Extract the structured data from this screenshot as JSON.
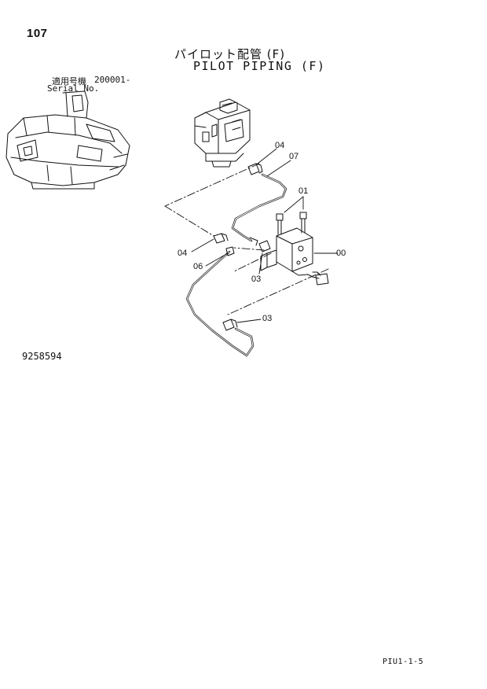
{
  "header": {
    "page_number": "107",
    "title_japanese": "パイロット配管 (F)",
    "title_english": "PILOT PIPING (F)"
  },
  "serial": {
    "label_japanese": "適用号機",
    "value": "200001-",
    "label_english": "Serial No."
  },
  "drawing_number": "9258594",
  "footer_code": "PIU1-1-5",
  "callouts": {
    "c04_top": "04",
    "c07": "07",
    "c01": "01",
    "c00": "00",
    "c04_left": "04",
    "c06": "06",
    "c03_mid": "03",
    "c03_low": "03"
  }
}
